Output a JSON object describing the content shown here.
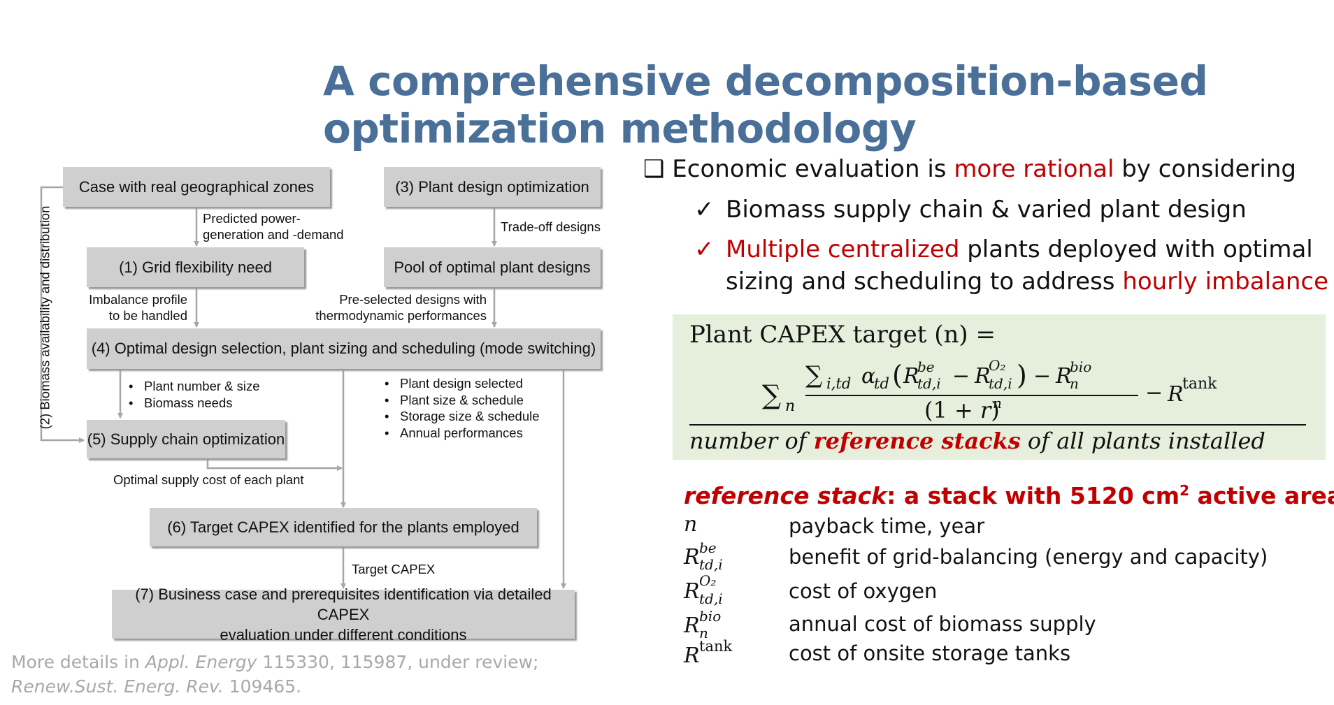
{
  "title": {
    "line1": "A comprehensive decomposition-based",
    "line2": "optimization methodology"
  },
  "flow": {
    "box_case": "Case with real geographical zones",
    "box_3": "(3) Plant design optimization",
    "box_1": "(1) Grid flexibility need",
    "box_pool": "Pool of optimal plant designs",
    "box_4": "(4) Optimal design selection, plant sizing and scheduling (mode switching)",
    "box_5": "(5) Supply chain optimization",
    "box_6": "(6) Target CAPEX identified for the plants employed",
    "box_7_line1": "(7) Business case and prerequisites identification via detailed CAPEX",
    "box_7_line2": "evaluation under different conditions",
    "lbl_predicted_1": "Predicted power-",
    "lbl_predicted_2": "generation and -demand",
    "lbl_tradeoff": "Trade-off designs",
    "lbl_imbalance_1": "Imbalance profile",
    "lbl_imbalance_2": "to be handled",
    "lbl_preselected_1": "Pre-selected designs with",
    "lbl_preselected_2": "thermodynamic performances",
    "lbl_biomass_side": "(2) Biomass availability and distribution",
    "bullets_left": [
      "Plant number & size",
      "Biomass needs"
    ],
    "bullets_right": [
      "Plant design selected",
      "Plant size & schedule",
      "Storage size & schedule",
      "Annual performances"
    ],
    "lbl_supply_cost": "Optimal supply  cost of each plant",
    "lbl_target_capex": "Target CAPEX"
  },
  "right": {
    "checkbox_glyph": "❑",
    "check_glyph": "✓",
    "line1_a": "Economic evaluation is ",
    "line1_b": "more rational",
    "line1_c": " by considering",
    "item1": "Biomass supply chain & varied plant design",
    "item2_a": "Multiple centralized",
    "item2_b": " plants deployed with optimal",
    "item2_c": "sizing and scheduling to address ",
    "item2_d": "hourly imbalance"
  },
  "formula": {
    "lhs": "Plant CAPEX target (n) =",
    "denominator_a": "number of ",
    "denominator_b": "reference stacks",
    "denominator_c": " of all plants installed"
  },
  "definition": {
    "term": "reference stack",
    "rest": ": a stack with 5120 cm",
    "sup": "2",
    "tail": " active area"
  },
  "legend": [
    {
      "symbol": "n",
      "desc": "payback time, year"
    },
    {
      "symbol": "R_td,i^be",
      "desc": "benefit of grid-balancing (energy and capacity)"
    },
    {
      "symbol": "R_td,i^O2",
      "desc": "cost of oxygen"
    },
    {
      "symbol": "R_n^bio",
      "desc": "annual cost of biomass supply"
    },
    {
      "symbol": "R^tank",
      "desc": "cost of onsite storage tanks"
    }
  ],
  "footer": {
    "line1_a": "More details in ",
    "line1_b": "Appl. Energy",
    "line1_c": " 115330, 115987, under review;",
    "line2_a": "Renew.Sust. Energ. Rev.",
    "line2_b": " 109465."
  },
  "colors": {
    "title": "#4a6f99",
    "accent_red": "#c00000",
    "box_fill": "#cfcfcf",
    "formula_bg": "#e6efdc"
  }
}
